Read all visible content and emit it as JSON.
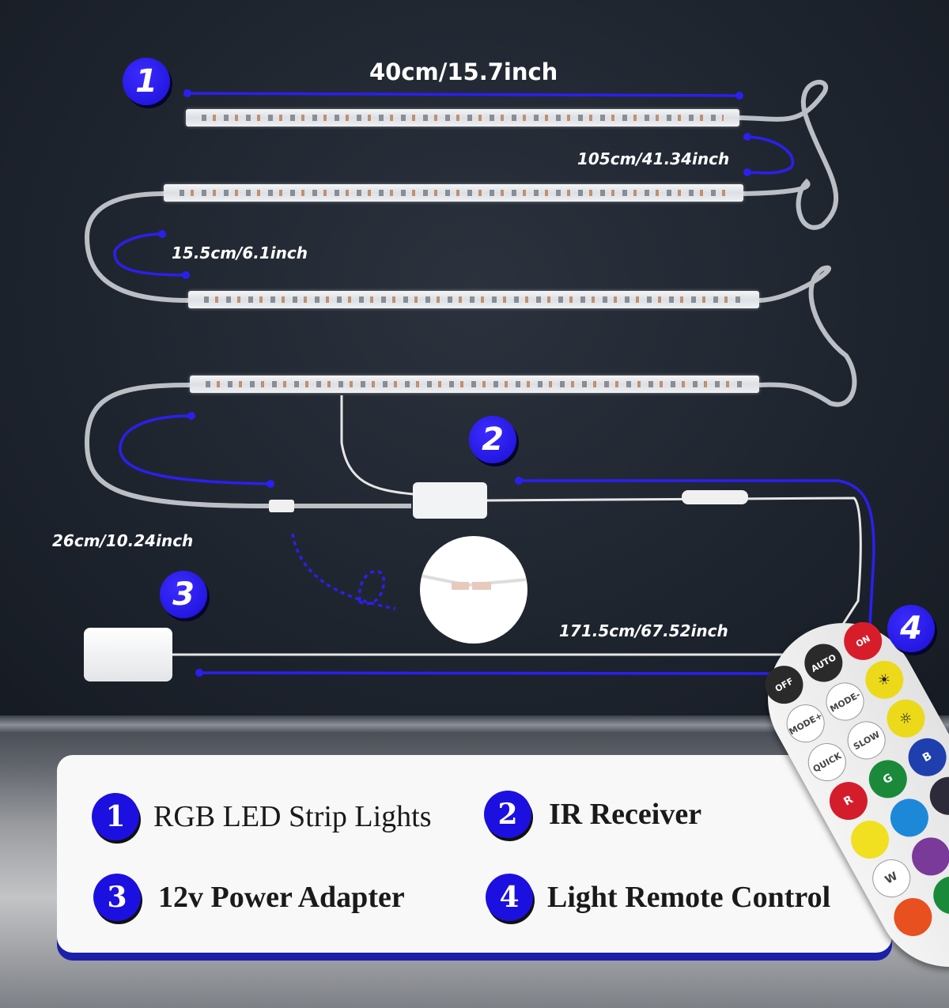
{
  "badges": [
    "1",
    "2",
    "3",
    "4"
  ],
  "dimensions": {
    "strip_length": "40cm/15.7inch",
    "cable_1": "105cm/41.34inch",
    "cable_2": "15.5cm/6.1inch",
    "cable_3": "26cm/10.24inch",
    "power_cable": "171.5cm/67.52inch"
  },
  "legend": [
    {
      "num": "1",
      "label": "RGB LED Strip Lights"
    },
    {
      "num": "2",
      "label": "IR Receiver"
    },
    {
      "num": "3",
      "label": "12v Power Adapter"
    },
    {
      "num": "4",
      "label": "Light Remote Control"
    }
  ],
  "remote": {
    "buttons": [
      "ON",
      "AUTO",
      "OFF",
      "MODE+",
      "MODE-",
      "QUICK",
      "SLOW",
      "R",
      "G",
      "B",
      "W"
    ]
  },
  "colors": {
    "accent": "#1c10e0",
    "background": "#1d232d"
  }
}
